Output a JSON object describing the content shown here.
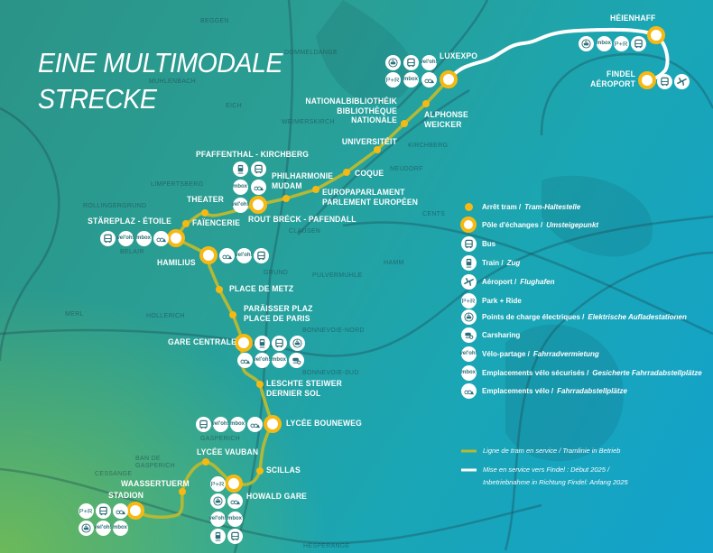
{
  "title": [
    "EINE MULTIMODALE",
    "STRECKE"
  ],
  "colors": {
    "tram_line": "#b4b935",
    "stop": "#f6b913",
    "future_line": "#ffffff",
    "icon_fg": "#2b6f78"
  },
  "districts": [
    "BEGGEN",
    "DOMMELDANGE",
    "MUHLENBACH",
    "EICH",
    "WEIMERSKIRCH",
    "KIRCHBERG",
    "NEUDORF",
    "LIMPERTSBERG",
    "ROLLINGERGRUND",
    "CENTS",
    "CLAUSEN",
    "BELAIR",
    "GRUND",
    "PULVERMUHLE",
    "HAMM",
    "HOLLERICH",
    "BONNEVOIE-NORD",
    "MERL",
    "BONNEVOIE-SUD",
    "CESSANGE",
    "GASPERICH",
    "BAN DE\nGASPERICH",
    "HESPERANGE"
  ],
  "stations": [
    {
      "name": "HÉIENHAFF",
      "type": "hub",
      "icons": [
        "charging-icon",
        "mbox-icon",
        "park-ride-icon",
        "bus-icon"
      ]
    },
    {
      "name": "FINDEL\nAÉROPORT",
      "type": "hub",
      "icons": [
        "bus-icon",
        "airplane-icon"
      ]
    },
    {
      "name": "LUXEXPO",
      "type": "hub",
      "icons": [
        "charging-icon",
        "bus-icon",
        "veloh-icon",
        "park-ride-icon",
        "mbox-icon",
        "bike-parking-icon"
      ]
    },
    {
      "name": "ALPHONSE\nWEICKER",
      "type": "stop",
      "icons": []
    },
    {
      "name": "NATIONALBIBLIOTHÉIK\nBIBLIOTHÈQUE\nNATIONALE",
      "type": "stop",
      "icons": []
    },
    {
      "name": "UNIVERSITÉIT",
      "type": "stop",
      "icons": []
    },
    {
      "name": "COQUE",
      "type": "stop",
      "icons": []
    },
    {
      "name": "EUROPAPARLAMENT\nPARLEMENT EUROPÉEN",
      "type": "stop",
      "icons": []
    },
    {
      "name": "PHILHARMONIE\nMUDAM",
      "type": "stop",
      "icons": []
    },
    {
      "name": "ROUT BRÉCK - PAFENDALL",
      "type": "hub",
      "icons": [
        "train-icon",
        "bus-icon",
        "mbox-icon",
        "bike-parking-icon",
        "veloh-icon"
      ]
    },
    {
      "name": "PFAFFENTHAL - KIRCHBERG",
      "type": "label",
      "icons": []
    },
    {
      "name": "THEATER",
      "type": "stop",
      "icons": []
    },
    {
      "name": "FAÏENCERIE",
      "type": "stop",
      "icons": []
    },
    {
      "name": "STÄREPLAZ - ÉTOILE",
      "type": "hub",
      "icons": [
        "bus-icon",
        "veloh-icon",
        "mbox-icon",
        "bike-parking-icon"
      ]
    },
    {
      "name": "HAMILIUS",
      "type": "hub",
      "icons": [
        "bike-parking-icon",
        "veloh-icon",
        "bus-icon"
      ]
    },
    {
      "name": "PLACE DE METZ",
      "type": "stop",
      "icons": []
    },
    {
      "name": "PARÄISSER PLAZ\nPLACE DE PARIS",
      "type": "stop",
      "icons": []
    },
    {
      "name": "GARE CENTRALE",
      "type": "hub",
      "icons": [
        "train-icon",
        "bus-icon",
        "charging-icon",
        "bike-parking-icon",
        "veloh-icon",
        "mbox-icon",
        "carsharing-icon"
      ]
    },
    {
      "name": "LESCHTE STEIWER\nDERNIER SOL",
      "type": "stop",
      "icons": []
    },
    {
      "name": "LYCÉE BOUNEWEG",
      "type": "hub",
      "icons": [
        "bus-icon",
        "veloh-icon",
        "mbox-icon",
        "bike-parking-icon"
      ]
    },
    {
      "name": "SCILLAS",
      "type": "stop",
      "icons": []
    },
    {
      "name": "HOWALD GARE",
      "type": "hub",
      "icons": [
        "park-ride-icon",
        "charging-icon",
        "bike-parking-icon",
        "veloh-icon",
        "mbox-icon",
        "train-icon",
        "bus-icon"
      ]
    },
    {
      "name": "LYCÉE VAUBAN",
      "type": "stop",
      "icons": []
    },
    {
      "name": "WAASSERTUERM",
      "type": "stop",
      "icons": []
    },
    {
      "name": "STADION",
      "type": "hub",
      "icons": [
        "park-ride-icon",
        "bus-icon",
        "bike-parking-icon",
        "charging-icon",
        "veloh-icon",
        "mbox-icon"
      ]
    }
  ],
  "icon_text": {
    "park-ride-icon": "P+R",
    "mbox-icon": "mbox",
    "veloh-icon": "vel'oh!"
  },
  "legend": {
    "items": [
      {
        "icon": "tram-stop-icon",
        "label": "Arrêt tram /",
        "label_de": "Tram-Haltestelle"
      },
      {
        "icon": "interchange-icon",
        "label": "Pôle d'échanges /",
        "label_de": "Umsteigepunkt"
      },
      {
        "icon": "bus-icon",
        "label": "Bus",
        "label_de": ""
      },
      {
        "icon": "train-icon",
        "label": "Train /",
        "label_de": "Zug"
      },
      {
        "icon": "airplane-icon",
        "label": "Aéroport /",
        "label_de": "Flughafen"
      },
      {
        "icon": "park-ride-icon",
        "label": "Park + Ride",
        "label_de": ""
      },
      {
        "icon": "charging-icon",
        "label": "Points de charge électriques /",
        "label_de": "Elektrische Aufladestationen"
      },
      {
        "icon": "carsharing-icon",
        "label": "Carsharing",
        "label_de": ""
      },
      {
        "icon": "veloh-icon",
        "label": "Vélo-partage /",
        "label_de": "Fahrradvermietung"
      },
      {
        "icon": "mbox-icon",
        "label": "Emplacements vélo sécurisés /",
        "label_de": "Gesicherte Fahrradabstellplätze"
      },
      {
        "icon": "bike-parking-icon",
        "label": "Emplacements vélo /",
        "label_de": "Fahrradabstellplätze"
      }
    ],
    "line_service": "Ligne de tram en service / Tramlinie in Betrieb",
    "line_future": [
      "Mise en service vers Findel : Début 2025 /",
      "Inbetriebnahme in Richtung Findel: Anfang 2025"
    ]
  }
}
